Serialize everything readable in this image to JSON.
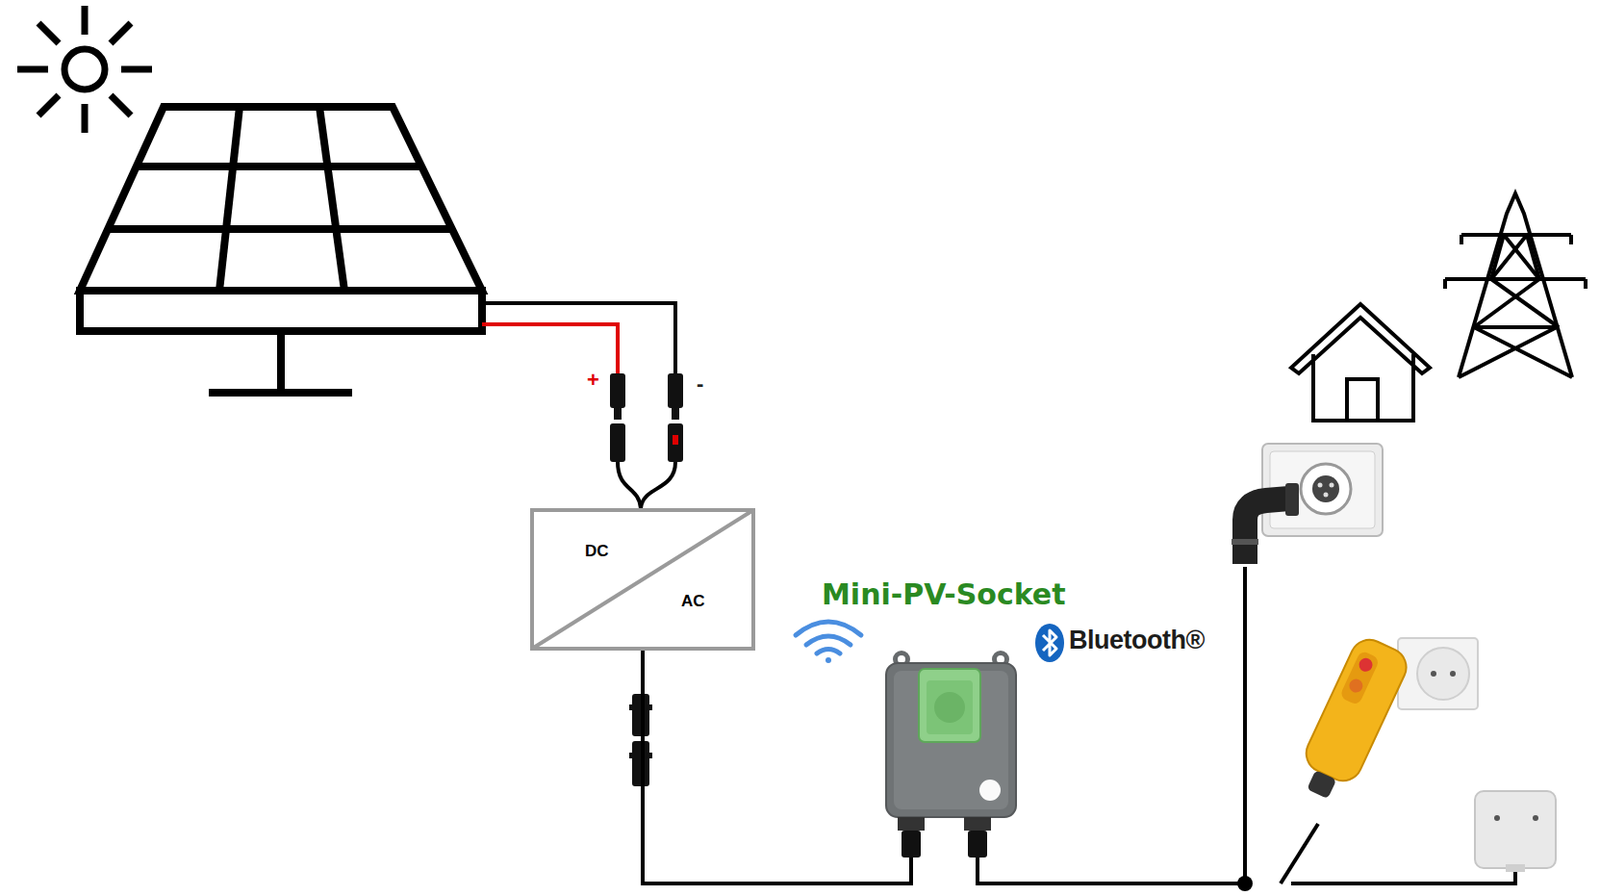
{
  "diagram": {
    "nodes": [
      {
        "text": [
          "DC",
          "AC"
        ]
      },
      {
        "text": [
          "Mini-PV-Socket"
        ]
      }
    ],
    "edges": [
      {
        "from": 0,
        "to": 1,
        "arrow": "none"
      }
    ],
    "labels": [
      "+",
      "-",
      "Bluetooth®"
    ]
  }
}
